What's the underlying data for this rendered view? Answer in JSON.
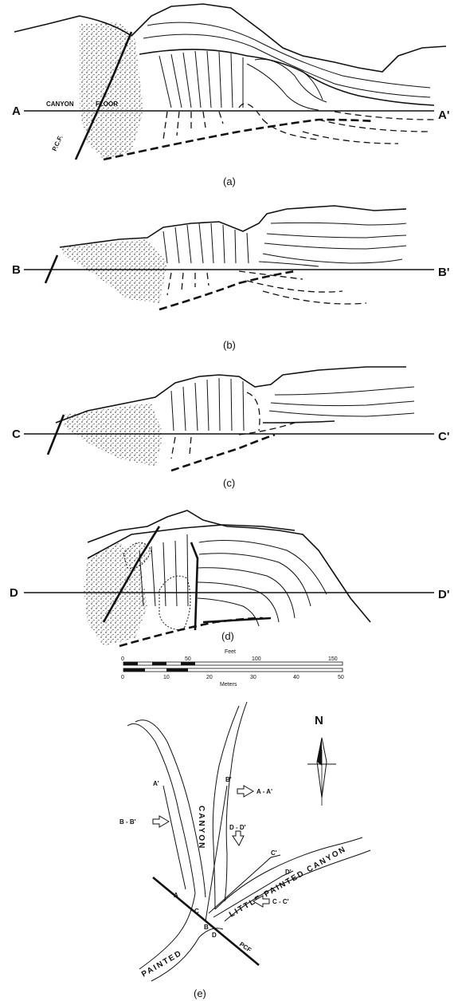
{
  "panels": {
    "a": {
      "left": "A",
      "right": "A'",
      "caption": "(a)",
      "label_canyon": "CANYON",
      "label_floor": "FLOOR",
      "label_fault": "P.C.F."
    },
    "b": {
      "left": "B",
      "right": "B'",
      "caption": "(b)"
    },
    "c": {
      "left": "C",
      "right": "C'",
      "caption": "(c)"
    },
    "d": {
      "left": "D",
      "right": "D'",
      "caption": "(d)"
    }
  },
  "scale": {
    "feet_title": "Feet",
    "meters_title": "Meters",
    "feet_ticks": [
      "0",
      "50",
      "100",
      "150"
    ],
    "meter_ticks": [
      "0",
      "10",
      "20",
      "30",
      "40",
      "50"
    ]
  },
  "map": {
    "caption": "(e)",
    "north": "N",
    "canyon": "CANYON",
    "painted": "PAINTED",
    "little_painted_canyon": "LITTLE PAINTED CANYON",
    "pcf": "PCF",
    "line_ends": [
      "A'",
      "B'",
      "C'",
      "D'",
      "A",
      "C",
      "B",
      "D"
    ],
    "arrows": {
      "aa": "A - A'",
      "bb": "B - B'",
      "dd": "D - D'",
      "cc": "C - C'"
    }
  }
}
